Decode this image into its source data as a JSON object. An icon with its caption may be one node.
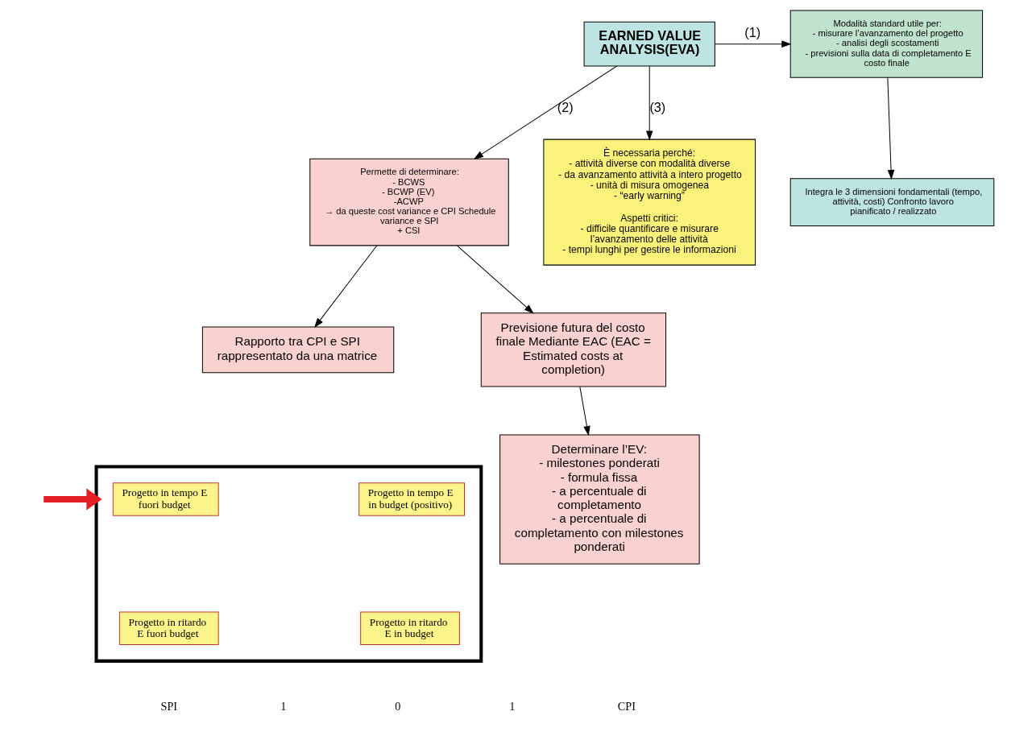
{
  "diagram": {
    "nodes": [
      {
        "text": [
          "EARNED VALUE ANALYSIS(EVA)"
        ]
      },
      {
        "text": [
          "Modalità standard utile per: - misurare l’avanzamento del progetto - analisi degli scostamenti - previsioni sulla data di completamento E costo finale"
        ]
      },
      {
        "text": [
          "Integra le 3 dimensioni fondamentali (tempo, attività, costi) Confronto lavoro pianificato / realizzato"
        ]
      },
      {
        "text": [
          "Permette di determinare: - BCWS - BCWP (EV) -ACWP → da queste cost variance e CPI Schedule variance e SPI + CSI"
        ]
      },
      {
        "text": [
          "È necessaria perché: - attività diverse con modalità diverse - da avanzamento attività a intero progetto - unità di misura omogenea - “early warning”",
          "Aspetti critici: - difficile quantificare e misurare l’avanzamento delle attività - tempi lunghi per gestire le informazioni"
        ]
      },
      {
        "text": [
          "Rapporto tra CPI e SPI rappresentato da una matrice"
        ]
      },
      {
        "text": [
          "Previsione futura del costo finale Mediante EAC (EAC = Estimated costs at completion)"
        ]
      },
      {
        "text": [
          "Determinare l’EV: - milestones ponderati - formula fissa - a percentuale di completamento - a percentuale di completamento con milestones ponderati"
        ]
      },
      {
        "text": [],
        "shape": "box"
      },
      {
        "text": [
          "Progetto in tempo E fuori budget"
        ],
        "in": 8
      },
      {
        "text": [
          "Progetto in tempo E in budget (positivo)"
        ],
        "in": 8
      },
      {
        "text": [
          "Progetto in ritardo E fuori budget"
        ],
        "in": 8
      },
      {
        "text": [
          "Progetto in ritardo E in budget"
        ],
        "in": 8
      }
    ],
    "edges": [
      {
        "from": 0,
        "to": 1,
        "arrow": "to",
        "label": "(1)"
      },
      {
        "from": 0,
        "to": 3,
        "arrow": "to",
        "label": "(2)"
      },
      {
        "from": 0,
        "to": 4,
        "arrow": "to",
        "label": "(3)"
      },
      {
        "from": 1,
        "to": 2,
        "arrow": "to"
      },
      {
        "from": 3,
        "to": 5,
        "arrow": "to"
      },
      {
        "from": 3,
        "to": 6,
        "arrow": "to"
      },
      {
        "from": 6,
        "to": 7,
        "arrow": "to"
      },
      {
        "from": null,
        "to": 8,
        "arrow": "to",
        "style": "thick",
        "color": "#e31e24"
      }
    ],
    "labels": [
      "SPI",
      "1",
      "0",
      "1",
      "CPI"
    ]
  }
}
